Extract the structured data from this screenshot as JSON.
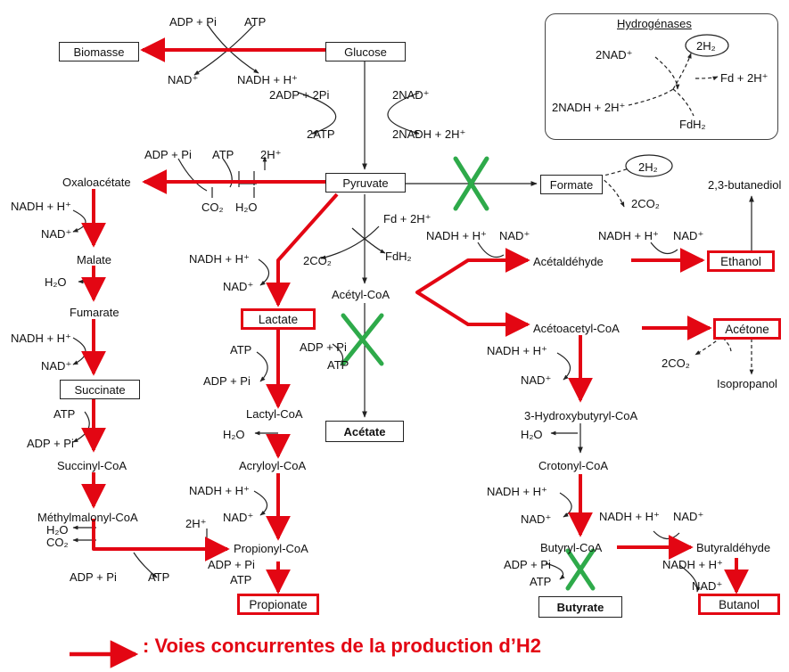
{
  "hydrogenases": {
    "title": "Hydrogénases",
    "h2": "2H₂",
    "nad": "2NAD⁺",
    "fd_2h": "Fd + 2H⁺",
    "nadh": "2NADH + 2H⁺",
    "fdh2": "FdH₂"
  },
  "nodes": {
    "biomasse": "Biomasse",
    "glucose": "Glucose",
    "pyruvate": "Pyruvate",
    "formate": "Formate",
    "oxaloacetate": "Oxaloacétate",
    "malate": "Malate",
    "fumarate": "Fumarate",
    "succinate": "Succinate",
    "succinyl_coa": "Succinyl-CoA",
    "methylmalonyl_coa": "Méthylmalonyl-CoA",
    "propionyl_coa": "Propionyl-CoA",
    "propionate": "Propionate",
    "lactate": "Lactate",
    "lactyl_coa": "Lactyl-CoA",
    "acryloyl_coa": "Acryloyl-CoA",
    "acetyl_coa": "Acétyl-CoA",
    "acetate": "Acétate",
    "acetaldehyde": "Acétaldéhyde",
    "ethanol": "Ethanol",
    "butanediol": "2,3-butanediol",
    "acetoacetyl_coa": "Acétoacetyl-CoA",
    "acetone": "Acétone",
    "isopropanol": "Isopropanol",
    "hydroxybutyryl_coa": "3-Hydroxybutyryl-CoA",
    "crotonyl_coa": "Crotonyl-CoA",
    "butyryl_coa": "Butyryl-CoA",
    "butyrate": "Butyrate",
    "butyraldehyde": "Butyraldéhyde",
    "butanol": "Butanol"
  },
  "cofactors": {
    "adp_pi": "ADP + Pi",
    "atp": "ATP",
    "nad": "NAD⁺",
    "nadh_h": "NADH + H⁺",
    "adp2_pi2": "2ADP + 2Pi",
    "nad2": "2NAD⁺",
    "atp2": "2ATP",
    "nadh2_h2": "2NADH + 2H⁺",
    "h2_formate": "2H₂",
    "co2_2": "2CO₂",
    "h_plus": "2H⁺",
    "co2": "CO₂",
    "h2o": "H₂O",
    "fd_2h": "Fd + 2H⁺",
    "fdh2": "FdH₂",
    "adp_pi_short": "ADP + Pi",
    "atp_short": "ATP"
  },
  "legend": {
    "text": ": Voies concurrentes de la production d’H2"
  },
  "colors": {
    "competing_pathway": "#e30613",
    "blocked_mark": "#2eaa4a",
    "neutral_arrow": "#222222"
  }
}
